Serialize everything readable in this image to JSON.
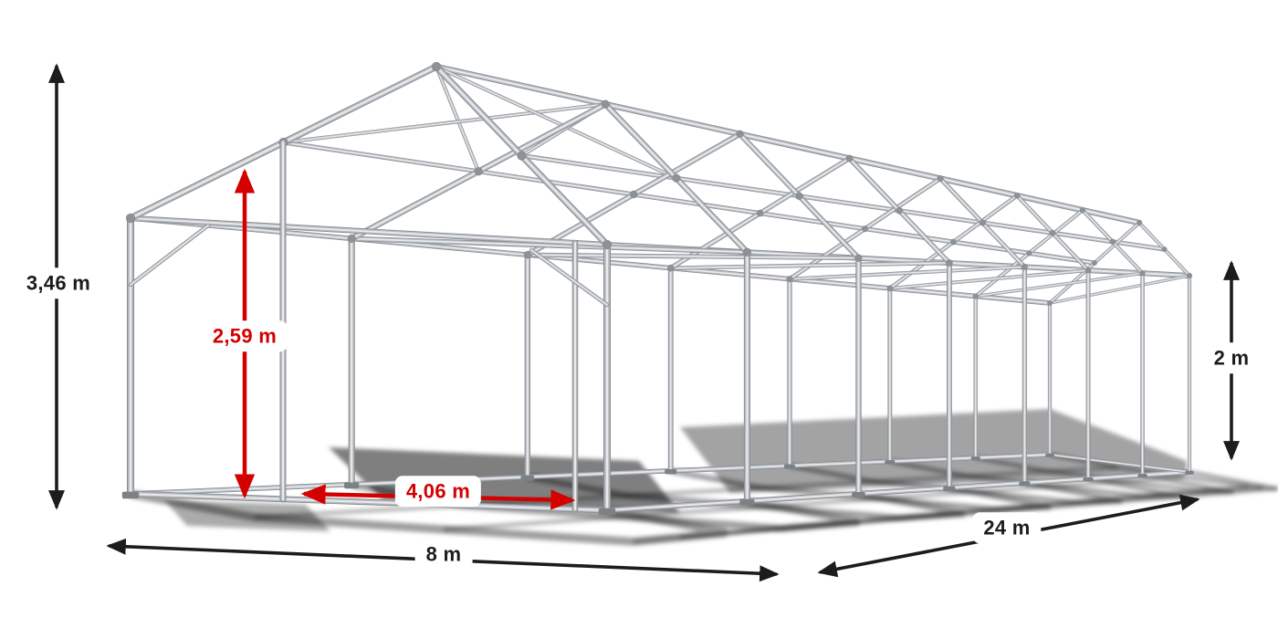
{
  "diagram": {
    "dimensions": {
      "total_height": {
        "text": "3,46 m"
      },
      "side_height": {
        "text": "2 m"
      },
      "width": {
        "text": "8 m"
      },
      "length": {
        "text": "24 m"
      },
      "entrance_height": {
        "text": "2,59 m"
      },
      "entrance_width": {
        "text": "4,06 m"
      }
    },
    "colors": {
      "background": "#ffffff",
      "dimension_primary": "#1c1c1c",
      "dimension_accent": "#d40000",
      "tube_mid": "#b7bbc0",
      "tube_edge": "#888d92",
      "tube_highlight": "#e8eaec",
      "joint": "#8d9297",
      "foot": "#7c8186",
      "shadow": "#000000"
    }
  }
}
